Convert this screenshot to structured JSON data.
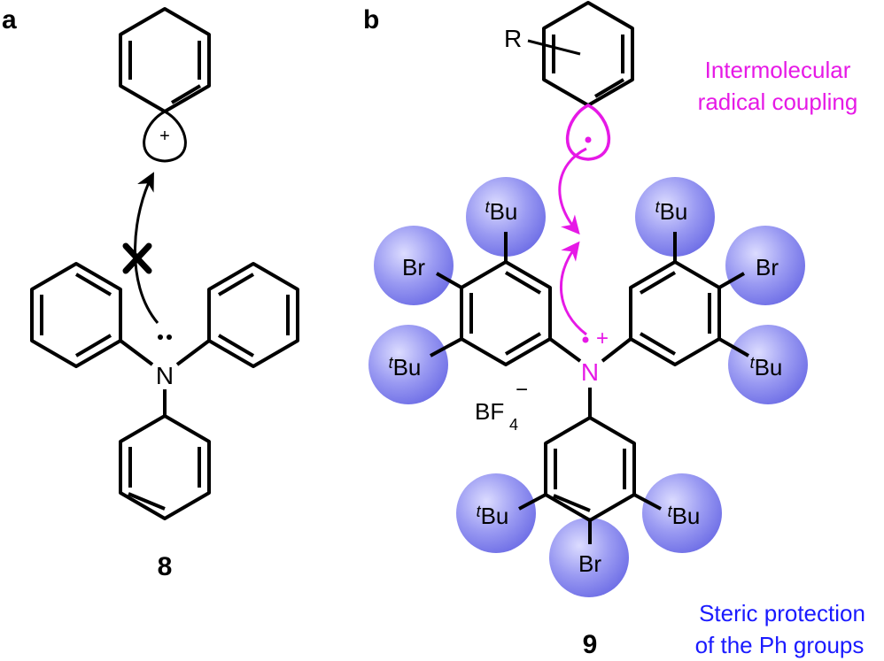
{
  "panel_a": {
    "label": "a",
    "compound_number": "8",
    "atom_N": "N",
    "cation_charge": "+"
  },
  "panel_b": {
    "label": "b",
    "compound_number": "9",
    "substituent_R": "R",
    "atom_N": "N",
    "radical_cation_charge": "+",
    "tBu_prefix": "t",
    "tBu_suffix": "Bu",
    "bromo": "Br",
    "counterion_main": "BF",
    "counterion_subscript": "4",
    "counterion_charge": "−",
    "annotation_coupling_line1": "Intermolecular",
    "annotation_coupling_line2": "radical coupling",
    "annotation_steric_line1": "Steric protection",
    "annotation_steric_line2": "of the Ph groups"
  },
  "colors": {
    "bond": "#000000",
    "radical_magenta": "#e619e6",
    "steric_blue": "#1a1aff",
    "sphere_fill": "#8a8af0",
    "sphere_highlight": "#d6d6ff"
  }
}
